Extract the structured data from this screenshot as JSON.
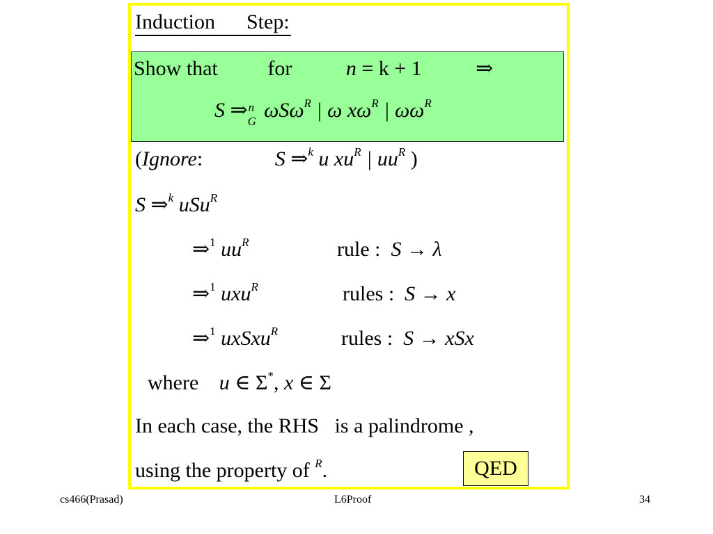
{
  "slide": {
    "heading": {
      "w1": "Induction",
      "w2": "Step",
      "colon": ":"
    },
    "show_line": {
      "text": "Show that",
      "for": "for",
      "n": "n",
      "eq": "= k + 1",
      "arrow": "⇒"
    },
    "derive_line": {
      "S": "S",
      "arrow": "⇒",
      "sup": "n",
      "sub": "G",
      "expr": "ωSω",
      "R1": "R",
      "mid": " | ω xω",
      "R2": "R",
      "end": " | ωω",
      "R3": "R"
    },
    "ignore_line": {
      "open": "(",
      "word": "Ignore",
      "colon": ":",
      "S": "S",
      "arrow": "⇒",
      "k": "k",
      "expr": "u xu",
      "R1": "R",
      "mid": " | uu",
      "R2": "R",
      "close": " )"
    },
    "s_line": {
      "S": "S",
      "arrow": "⇒",
      "k": "k",
      "expr": "uSu",
      "R": "R"
    },
    "steps": [
      {
        "arrow": "⇒",
        "one": "1",
        "expr": "uu",
        "R": "R",
        "rule_label": "rule :",
        "rule_lhs": "S",
        "rule_arrow": "→",
        "rule_rhs": "λ"
      },
      {
        "arrow": "⇒",
        "one": "1",
        "expr": "uxu",
        "R": "R",
        "rule_label": "rules :",
        "rule_lhs": "S",
        "rule_arrow": "→",
        "rule_rhs": "x"
      },
      {
        "arrow": "⇒",
        "one": "1",
        "expr": "uxSxu",
        "R": "R",
        "rule_label": "rules :",
        "rule_lhs": "S",
        "rule_arrow": "→",
        "rule_rhs": "xSx"
      }
    ],
    "where_line": {
      "word": "where",
      "u": "u",
      "in1": " ∈ Σ",
      "star": "*",
      "comma": ", ",
      "x": "x",
      "in2": " ∈ Σ"
    },
    "conclusion_1": "In each case, the RHS   is a palindrome ,",
    "conclusion_2": "using the property of",
    "conclusion_2_sup": "R",
    "conclusion_2_end": ".",
    "qed": "QED"
  },
  "footer": {
    "left": "cs466(Prasad)",
    "center": "L6Proof",
    "right": "34"
  },
  "colors": {
    "frame": "#ffff00",
    "highlight": "#99ff99",
    "qed_bg": "#ffff99"
  }
}
